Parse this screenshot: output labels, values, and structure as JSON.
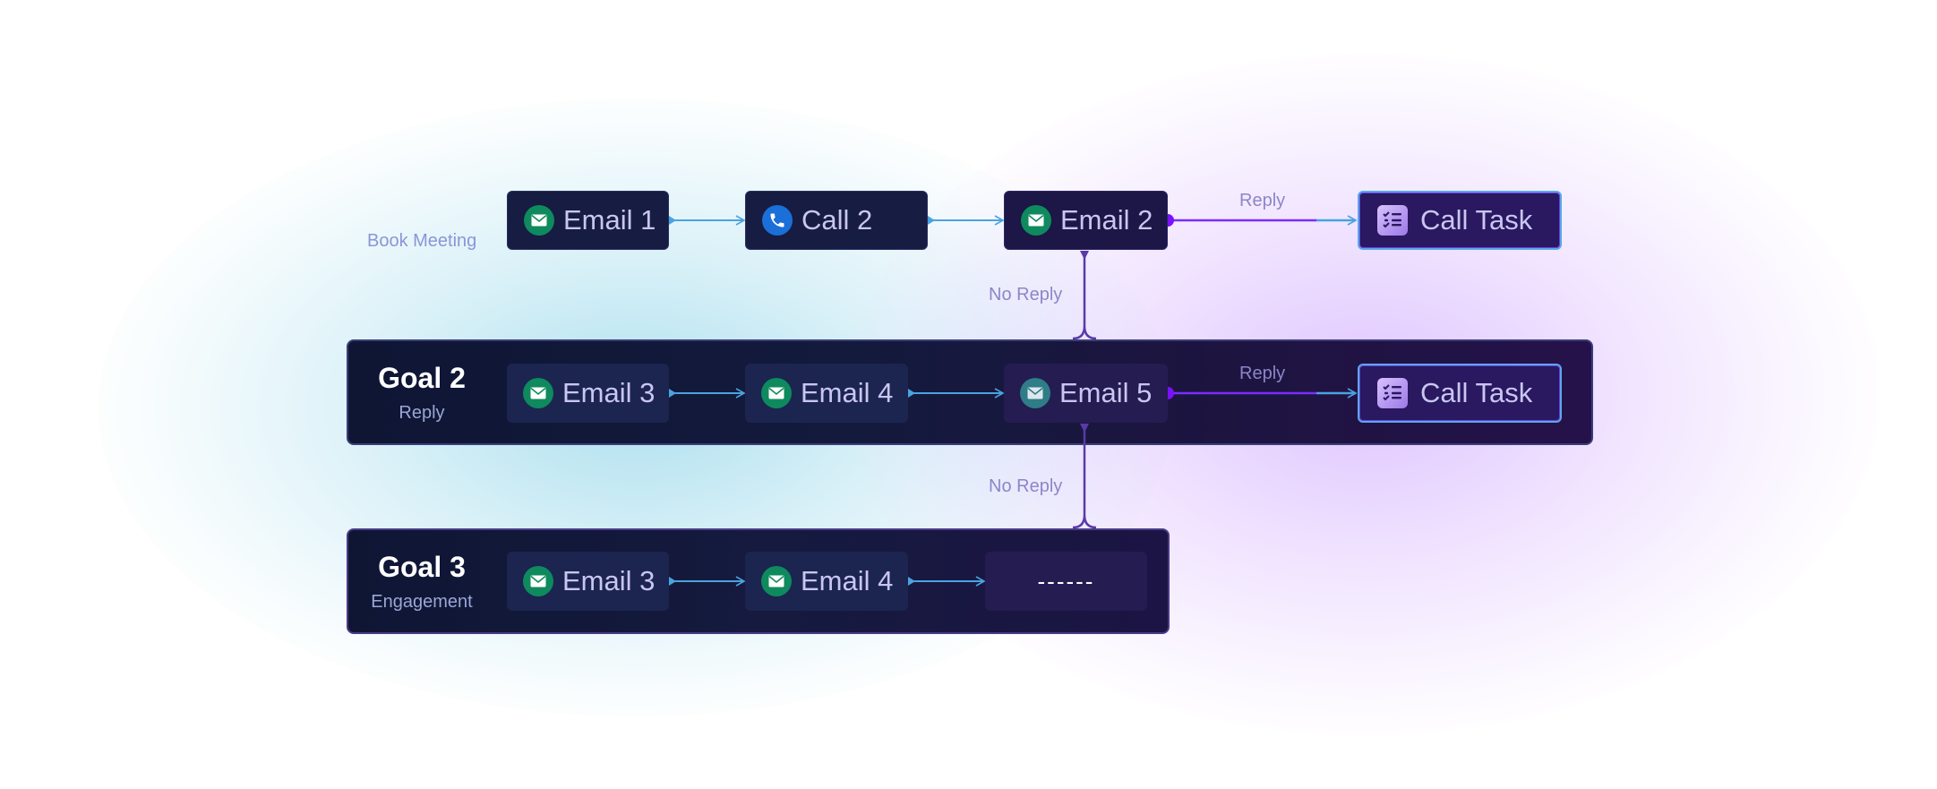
{
  "row1": {
    "label": "Book Meeting",
    "nodes": [
      {
        "label": "Email 1",
        "icon": "mail-icon"
      },
      {
        "label": "Call 2",
        "icon": "phone-icon"
      },
      {
        "label": "Email 2",
        "icon": "mail-icon"
      }
    ],
    "reply_label": "Reply",
    "task": {
      "label": "Call Task",
      "icon": "checklist-icon"
    },
    "no_reply_label": "No Reply"
  },
  "goal2": {
    "title": "Goal 2",
    "subtitle": "Reply",
    "nodes": [
      {
        "label": "Email 3",
        "icon": "mail-icon"
      },
      {
        "label": "Email 4",
        "icon": "mail-icon"
      },
      {
        "label": "Email 5",
        "icon": "mail-icon"
      }
    ],
    "reply_label": "Reply",
    "task": {
      "label": "Call Task",
      "icon": "checklist-icon"
    },
    "no_reply_label": "No Reply"
  },
  "goal3": {
    "title": "Goal 3",
    "subtitle": "Engagement",
    "nodes": [
      {
        "label": "Email 3",
        "icon": "mail-icon"
      },
      {
        "label": "Email 4",
        "icon": "mail-icon"
      }
    ],
    "placeholder": "------"
  },
  "colors": {
    "flow_edge": "#4aa3e0",
    "reply_edge": "#7a2cff",
    "branch_edge": "#5a3aa8",
    "email_icon": "#0e8a5e",
    "call_icon": "#1a6fd8"
  }
}
